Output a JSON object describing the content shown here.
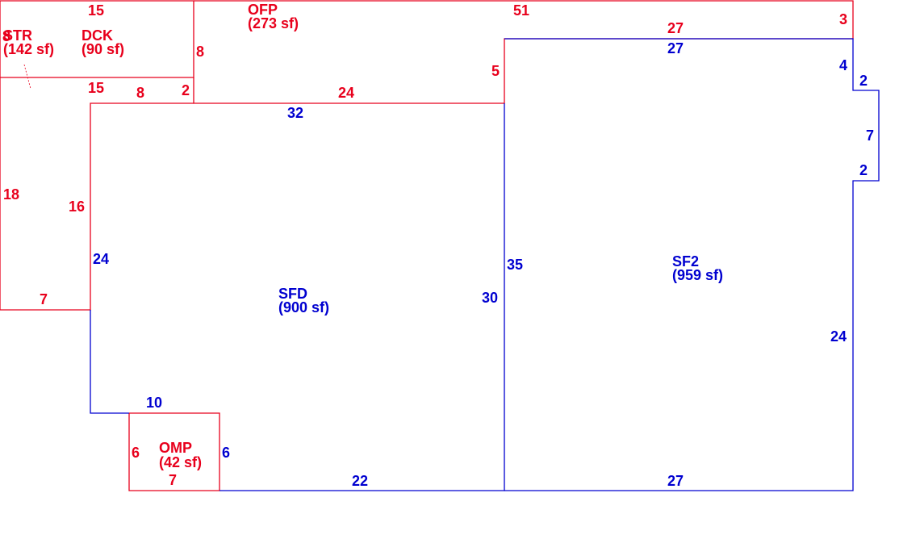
{
  "colors": {
    "exterior": "#e8001c",
    "living": "#0000d0"
  },
  "areas": [
    {
      "id": "str",
      "name": "STR",
      "area": "(142 sf)",
      "color": "exterior"
    },
    {
      "id": "dck",
      "name": "DCK",
      "area": "(90 sf)",
      "color": "exterior"
    },
    {
      "id": "ofp",
      "name": "OFP",
      "area": "(273 sf)",
      "color": "exterior"
    },
    {
      "id": "omp",
      "name": "OMP",
      "area": "(42 sf)",
      "color": "exterior"
    },
    {
      "id": "sfd",
      "name": "SFD",
      "area": "(900 sf)",
      "color": "living"
    },
    {
      "id": "sf2",
      "name": "SF2",
      "area": "(959 sf)",
      "color": "living"
    }
  ],
  "dimensions": [
    {
      "id": "dck-top",
      "value": "15",
      "color": "exterior"
    },
    {
      "id": "dck-right",
      "value": "8",
      "color": "exterior"
    },
    {
      "id": "str-left",
      "value": "8",
      "color": "exterior"
    },
    {
      "id": "dck-bottom",
      "value": "15",
      "color": "exterior"
    },
    {
      "id": "str-step",
      "value": "8",
      "color": "exterior"
    },
    {
      "id": "str-notch",
      "value": "2",
      "color": "exterior"
    },
    {
      "id": "str-side",
      "value": "18",
      "color": "exterior"
    },
    {
      "id": "str-inner",
      "value": "16",
      "color": "exterior"
    },
    {
      "id": "str-bottom",
      "value": "7",
      "color": "exterior"
    },
    {
      "id": "ofp-top",
      "value": "51",
      "color": "exterior"
    },
    {
      "id": "ofp-right",
      "value": "3",
      "color": "exterior"
    },
    {
      "id": "ofp-step-top",
      "value": "27",
      "color": "exterior"
    },
    {
      "id": "ofp-step-side",
      "value": "5",
      "color": "exterior"
    },
    {
      "id": "ofp-bottom",
      "value": "24",
      "color": "exterior"
    },
    {
      "id": "omp-left",
      "value": "6",
      "color": "exterior"
    },
    {
      "id": "omp-bottom",
      "value": "7",
      "color": "exterior"
    },
    {
      "id": "sfd-top",
      "value": "32",
      "color": "living"
    },
    {
      "id": "sfd-left",
      "value": "24",
      "color": "living"
    },
    {
      "id": "sfd-right",
      "value": "30",
      "color": "living"
    },
    {
      "id": "sfd-step",
      "value": "10",
      "color": "living"
    },
    {
      "id": "sfd-omp-side",
      "value": "6",
      "color": "living"
    },
    {
      "id": "sfd-bottom",
      "value": "22",
      "color": "living"
    },
    {
      "id": "sf2-top",
      "value": "27",
      "color": "living"
    },
    {
      "id": "sf2-right-top",
      "value": "4",
      "color": "living"
    },
    {
      "id": "sf2-bump-top",
      "value": "2",
      "color": "living"
    },
    {
      "id": "sf2-bump-side",
      "value": "7",
      "color": "living"
    },
    {
      "id": "sf2-bump-bottom",
      "value": "2",
      "color": "living"
    },
    {
      "id": "sf2-left",
      "value": "35",
      "color": "living"
    },
    {
      "id": "sf2-right",
      "value": "24",
      "color": "living"
    },
    {
      "id": "sf2-bottom",
      "value": "27",
      "color": "living"
    }
  ]
}
